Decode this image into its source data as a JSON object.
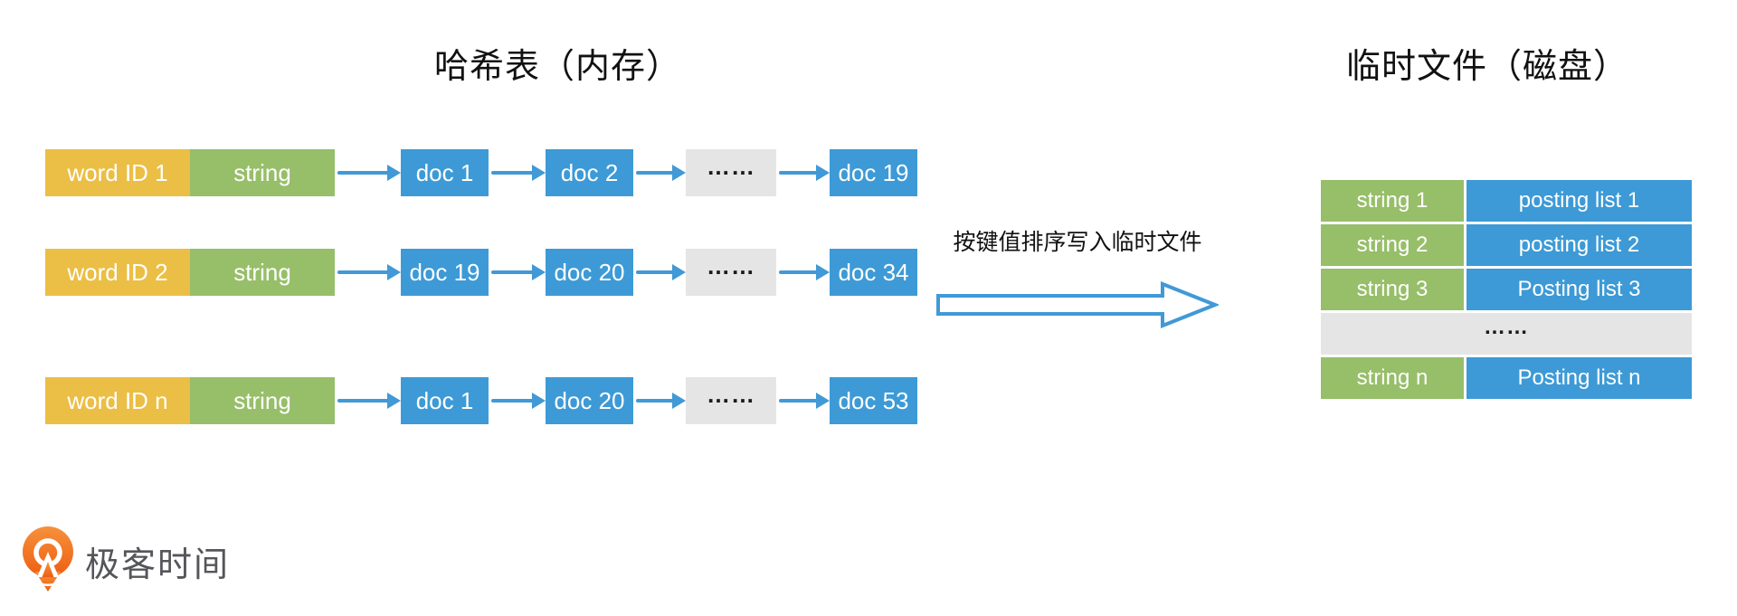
{
  "left_section": {
    "title": "哈希表（内存）",
    "rows": [
      {
        "word_id": "word ID 1",
        "string_label": "string",
        "nodes": [
          "doc 1",
          "doc 2",
          "……",
          "doc 19"
        ]
      },
      {
        "word_id": "word ID 2",
        "string_label": "string",
        "nodes": [
          "doc 19",
          "doc 20",
          "……",
          "doc 34"
        ]
      },
      {
        "word_id": "word ID n",
        "string_label": "string",
        "nodes": [
          "doc 1",
          "doc 20",
          "……",
          "doc 53"
        ]
      }
    ]
  },
  "middle": {
    "caption": "按键值排序写入临时文件"
  },
  "right_section": {
    "title": "临时文件（磁盘）",
    "table": {
      "rows": [
        {
          "key": "string 1",
          "value": "posting list 1"
        },
        {
          "key": "string 2",
          "value": "posting list 2"
        },
        {
          "key": "string 3",
          "value": "Posting list 3"
        },
        {
          "ellipsis": "……"
        },
        {
          "key": "string n",
          "value": "Posting list n"
        }
      ]
    }
  },
  "footer": {
    "brand": "极客时间"
  },
  "colors": {
    "cell_yellow": "#EBBE45",
    "cell_green": "#97BE69",
    "cell_blue": "#3D9AD6",
    "cell_gray": "#E5E5E5",
    "arrow_blue": "#4199D6",
    "logo_orange": "#ED5E12",
    "logo_orange_light": "#F6913C",
    "brand_text": "#55565A"
  }
}
